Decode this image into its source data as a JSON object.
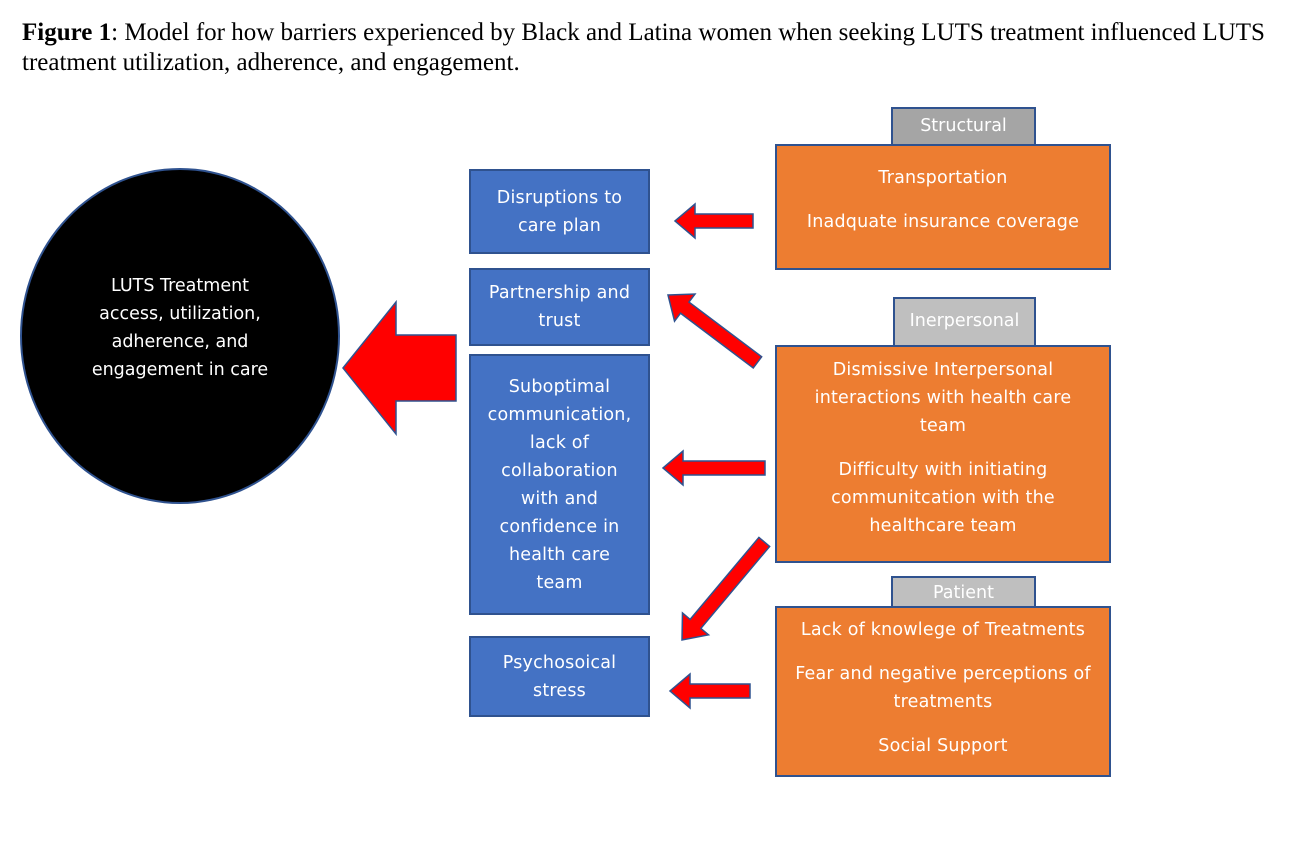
{
  "caption": {
    "label": "Figure 1",
    "text": ": Model for how barriers experienced by Black and Latina women when seeking LUTS treatment influenced LUTS treatment utilization, adherence, and engagement."
  },
  "outcome": {
    "lines": [
      "LUTS Treatment",
      "access, utilization,",
      "adherence, and",
      "engagement in care"
    ]
  },
  "mediators": [
    {
      "lines": [
        "Disruptions to",
        "care plan"
      ]
    },
    {
      "lines": [
        "Partnership and",
        "trust"
      ]
    },
    {
      "lines": [
        "Suboptimal",
        "communication,",
        "lack of",
        "collaboration",
        "with and",
        "confidence in",
        "health care",
        "team"
      ]
    },
    {
      "lines": [
        "Psychosoical",
        "stress"
      ]
    }
  ],
  "barriers": [
    {
      "category": "Structural",
      "items": [
        [
          "Transportation"
        ],
        [
          "Inadquate insurance coverage"
        ]
      ]
    },
    {
      "category": "Inerpersonal",
      "items": [
        [
          "Dismissive Interpersonal",
          "interactions with health care",
          "team"
        ],
        [
          "Difficulty with initiating",
          "communitcation with the",
          "healthcare team"
        ]
      ]
    },
    {
      "category": "Patient",
      "items": [
        [
          "Lack of knowlege of Treatments"
        ],
        [
          "Fear and negative perceptions of",
          "treatments"
        ],
        [
          "Social Support"
        ]
      ]
    }
  ],
  "colors": {
    "mediator_fill": "#4472c4",
    "barrier_fill": "#ed7d31",
    "category_tab": "#a5a5a5",
    "outcome_fill": "#000000",
    "arrow_fill": "#ff0000",
    "outline": "#2f528f"
  }
}
